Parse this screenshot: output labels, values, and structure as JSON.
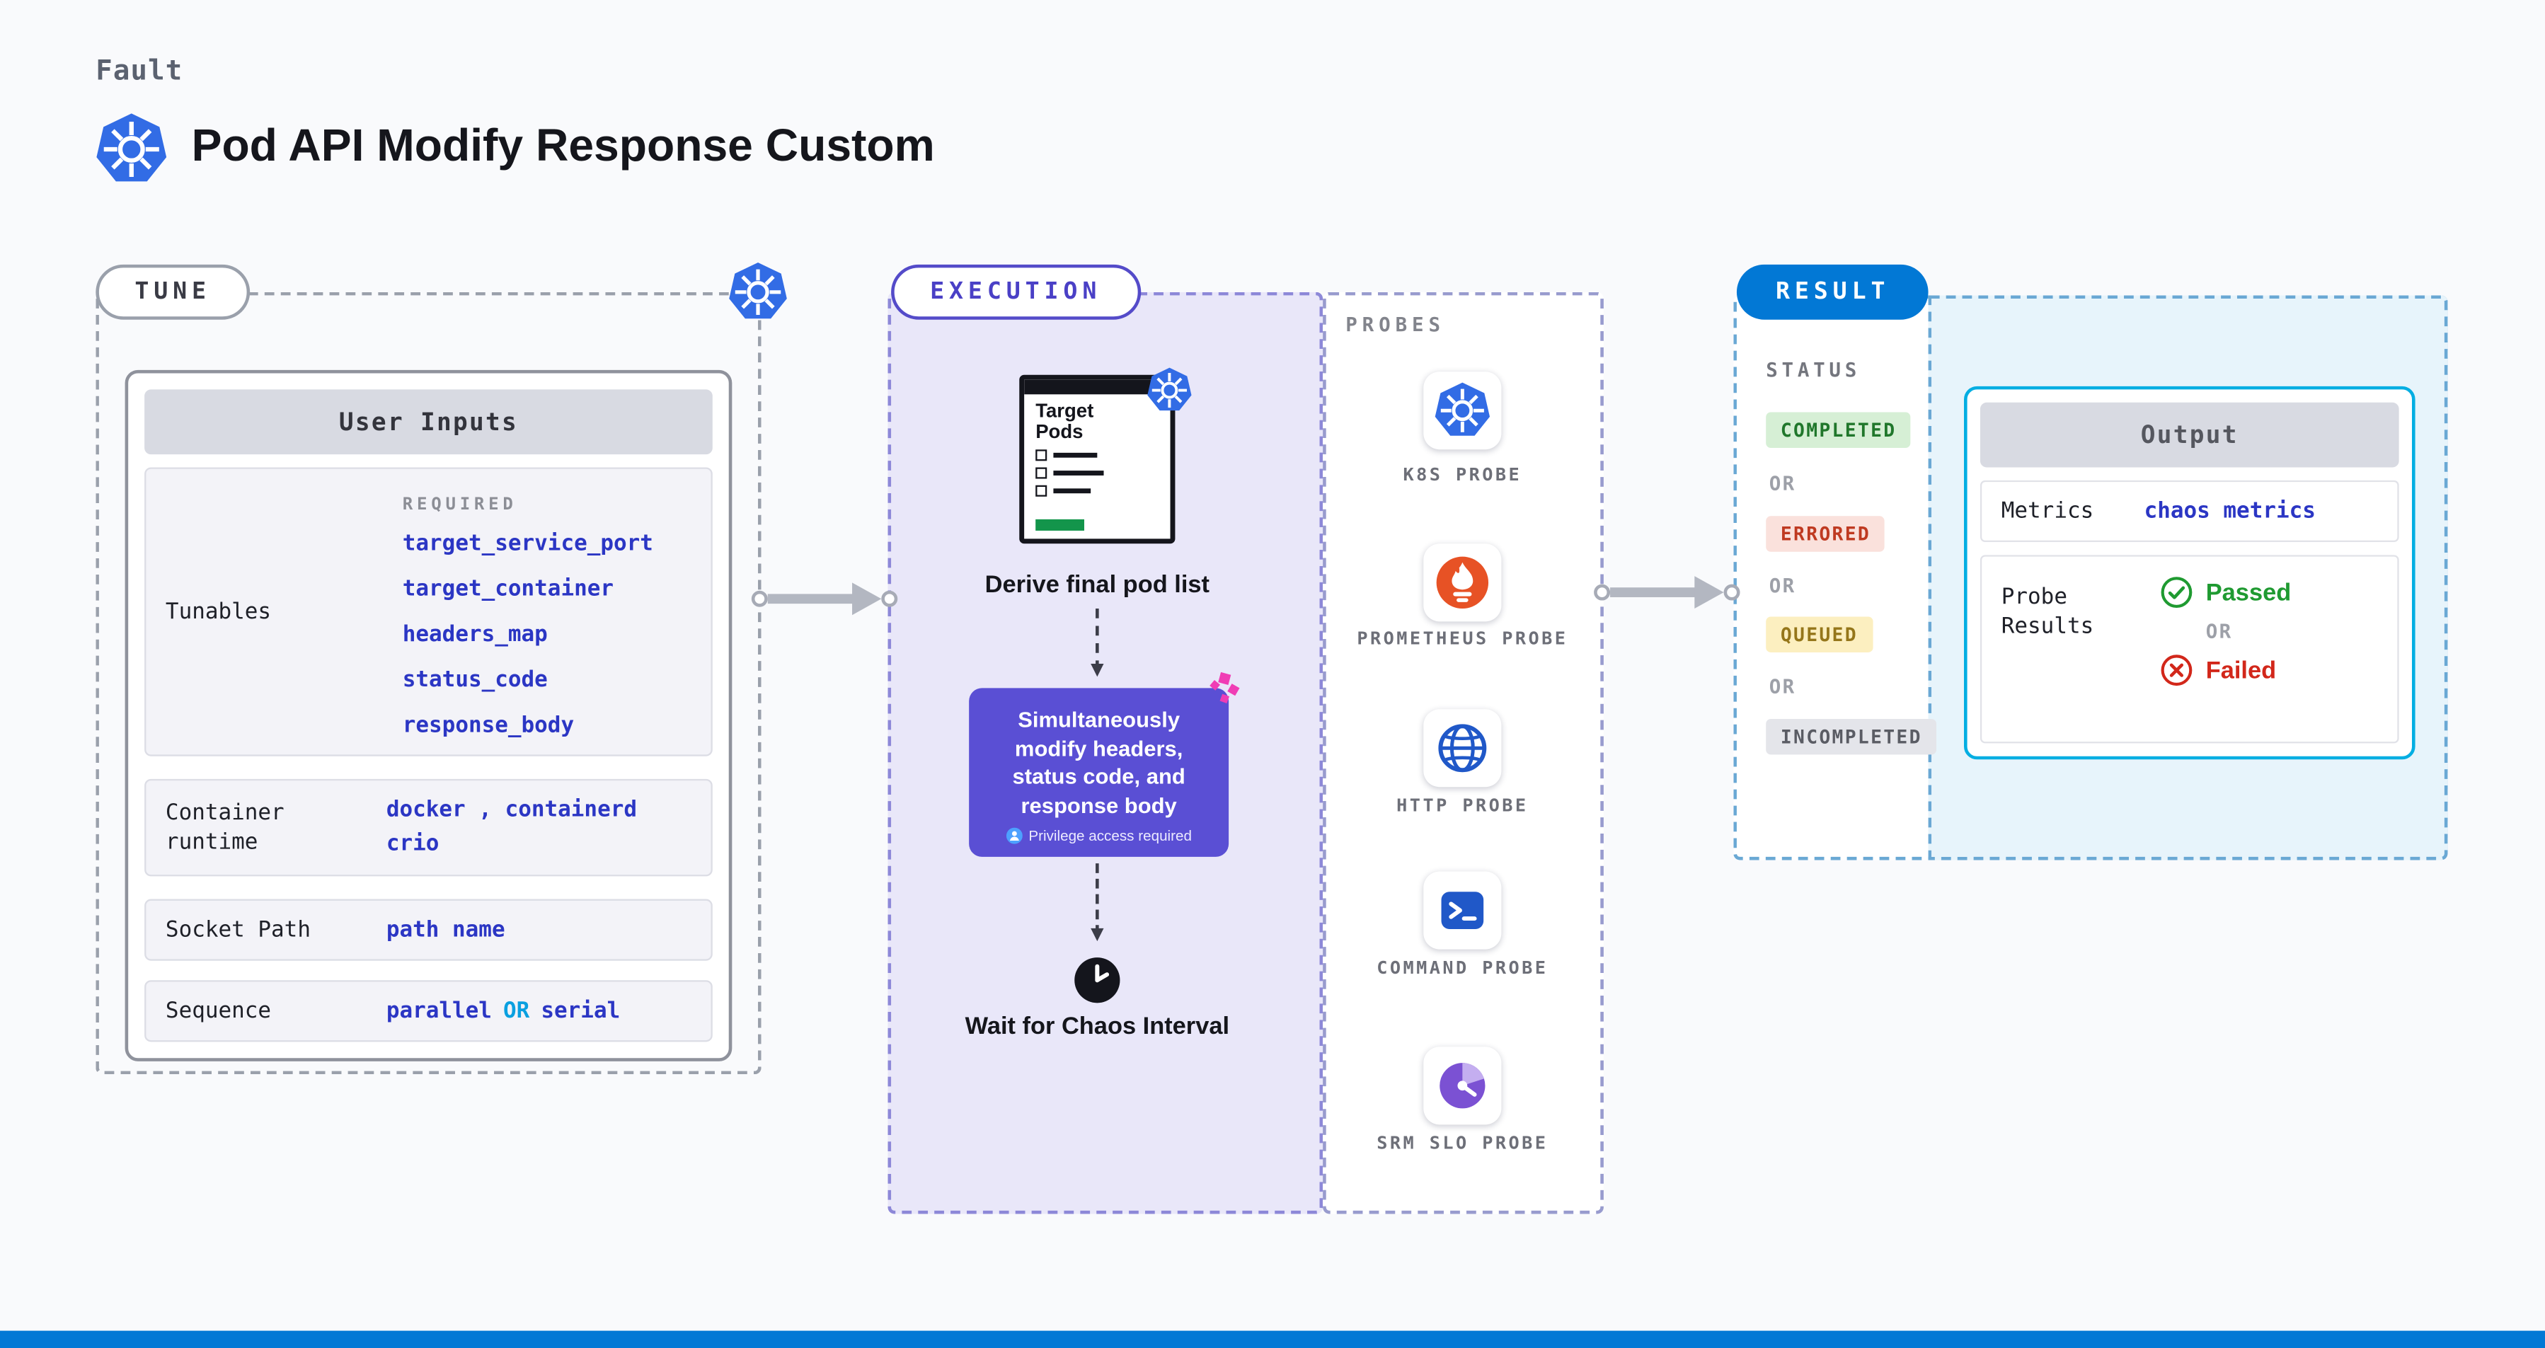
{
  "colors": {
    "brand_blue": "#0278d5",
    "kubernetes_blue": "#326ce5",
    "accent_purple": "#5a4fd4",
    "code_blue": "#2b36c4",
    "cyan_border": "#04aee2",
    "success_green": "#20772b",
    "error_red": "#bf3a21",
    "queued_yellow": "#95761a",
    "chaos_pink": "#f03db5"
  },
  "header": {
    "kicker": "Fault",
    "title": "Pod API Modify Response Custom",
    "icon": "kubernetes-icon"
  },
  "tune": {
    "label": "TUNE",
    "corner_icon": "kubernetes-icon",
    "card": {
      "header": "User Inputs",
      "tunables": {
        "label": "Tunables",
        "required_label": "REQUIRED",
        "values": [
          "target_service_port",
          "target_container",
          "headers_map",
          "status_code",
          "response_body"
        ]
      },
      "container_runtime": {
        "label": "Container runtime",
        "line1": "docker , containerd",
        "line2": "crio"
      },
      "socket_path": {
        "label": "Socket Path",
        "value": "path name"
      },
      "sequence": {
        "label": "Sequence",
        "value_a": "parallel",
        "or": "OR",
        "value_b": "serial"
      }
    }
  },
  "execution": {
    "label": "EXECUTION",
    "target_pods": {
      "title": "Target Pods",
      "icon": "target-pods-checklist",
      "badge_icon": "kubernetes-icon"
    },
    "derive_label": "Derive final pod list",
    "action": {
      "text": "Simultaneously modify headers, status code, and response body",
      "privilege_note": "Privilege access required",
      "corner_icon": "chaos-icon",
      "note_icon": "privilege-person-icon"
    },
    "wait": {
      "label": "Wait for Chaos Interval",
      "icon": "clock-icon"
    }
  },
  "probes": {
    "label": "PROBES",
    "items": [
      {
        "name": "K8S PROBE",
        "icon": "kubernetes-icon"
      },
      {
        "name": "PROMETHEUS PROBE",
        "icon": "prometheus-icon"
      },
      {
        "name": "HTTP PROBE",
        "icon": "globe-icon"
      },
      {
        "name": "COMMAND PROBE",
        "icon": "terminal-icon"
      },
      {
        "name": "SRM SLO PROBE",
        "icon": "gauge-icon"
      }
    ]
  },
  "result": {
    "label": "RESULT",
    "status_label": "STATUS",
    "or_label": "OR",
    "statuses": [
      {
        "label": "COMPLETED",
        "state": "success"
      },
      {
        "label": "ERRORED",
        "state": "error"
      },
      {
        "label": "QUEUED",
        "state": "queued"
      },
      {
        "label": "INCOMPLETED",
        "state": "neutral"
      }
    ],
    "output": {
      "header": "Output",
      "metrics": {
        "label": "Metrics",
        "value": "chaos metrics"
      },
      "probe_results": {
        "label": "Probe Results",
        "passed": "Passed",
        "or": "OR",
        "failed": "Failed",
        "passed_icon": "check-circle-icon",
        "failed_icon": "x-circle-icon"
      }
    }
  }
}
